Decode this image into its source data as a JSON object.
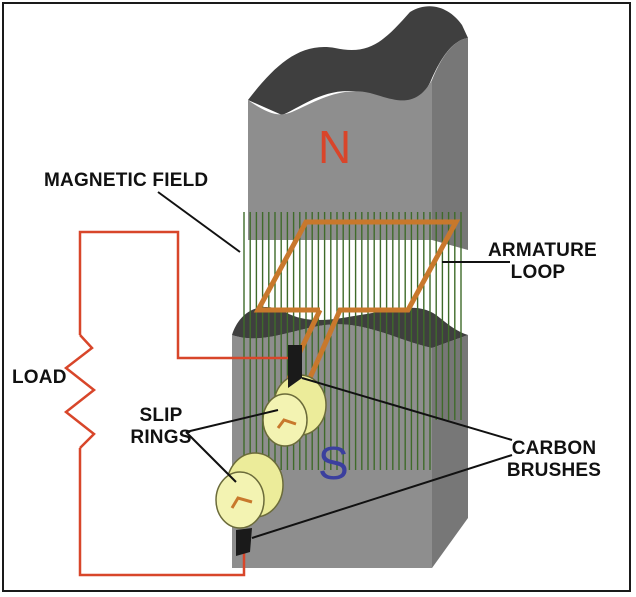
{
  "labels": {
    "north_pole": "N",
    "south_pole": "S",
    "magnetic_field": "MAGNETIC FIELD",
    "armature_loop_line1": "ARMATURE",
    "armature_loop_line2": "LOOP",
    "load": "LOAD",
    "slip_rings_line1": "SLIP",
    "slip_rings_line2": "RINGS",
    "carbon_brushes_line1": "CARBON",
    "carbon_brushes_line2": "BRUSHES"
  },
  "colors": {
    "north_text": "#d9452a",
    "south_text": "#3b3f9e",
    "magnet_front": "#8e8e8e",
    "magnet_side": "#7a7a7a",
    "magnet_top": "#3f3f3f",
    "field_lines": "#3f6b2a",
    "armature": "#c8782c",
    "load_wire": "#d8462a",
    "slip_ring": "#ecec9a",
    "brush": "#1a1a1a"
  }
}
